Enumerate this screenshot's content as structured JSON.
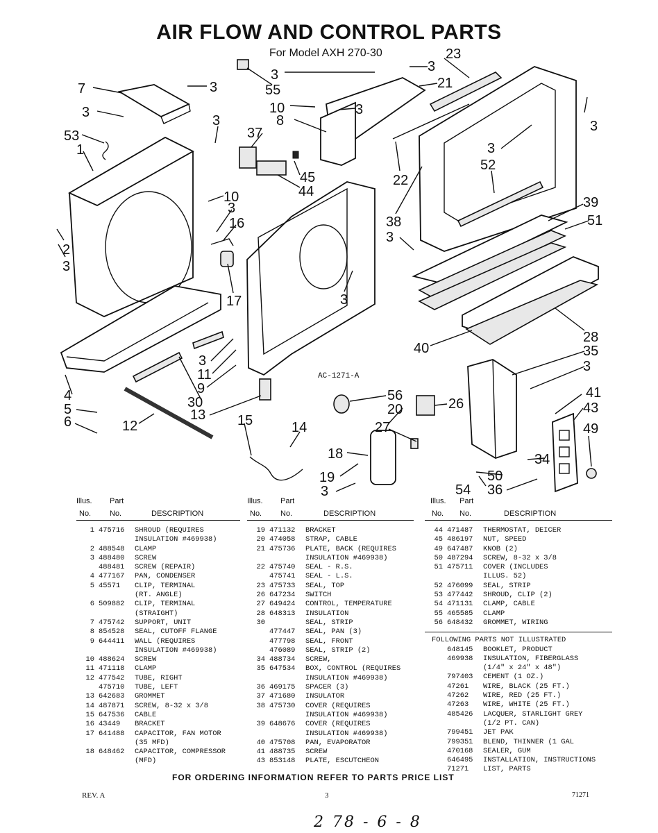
{
  "title": "AIR FLOW AND CONTROL PARTS",
  "subtitle": "For Model AXH 270-30",
  "diagram": {
    "code": "AC-1271-A",
    "callouts": [
      {
        "id": "c23",
        "label": "23"
      },
      {
        "id": "c3a",
        "label": "3"
      },
      {
        "id": "c3b",
        "label": "3"
      },
      {
        "id": "c55",
        "label": "55"
      },
      {
        "id": "c21",
        "label": "21"
      },
      {
        "id": "c7",
        "label": "7"
      },
      {
        "id": "c3c",
        "label": "3"
      },
      {
        "id": "c10a",
        "label": "10"
      },
      {
        "id": "c3d",
        "label": "3"
      },
      {
        "id": "c3e",
        "label": "3"
      },
      {
        "id": "c8",
        "label": "8"
      },
      {
        "id": "c3f",
        "label": "3"
      },
      {
        "id": "c3g",
        "label": "3"
      },
      {
        "id": "c53",
        "label": "53"
      },
      {
        "id": "c37",
        "label": "37"
      },
      {
        "id": "c1",
        "label": "1"
      },
      {
        "id": "c3h",
        "label": "3"
      },
      {
        "id": "c52",
        "label": "52"
      },
      {
        "id": "c45",
        "label": "45"
      },
      {
        "id": "c22",
        "label": "22"
      },
      {
        "id": "c44",
        "label": "44"
      },
      {
        "id": "c10b",
        "label": "10"
      },
      {
        "id": "c3i",
        "label": "3"
      },
      {
        "id": "c39",
        "label": "39"
      },
      {
        "id": "c16",
        "label": "16"
      },
      {
        "id": "c51",
        "label": "51"
      },
      {
        "id": "c38",
        "label": "38"
      },
      {
        "id": "c2",
        "label": "2"
      },
      {
        "id": "c3j",
        "label": "3"
      },
      {
        "id": "c3k",
        "label": "3"
      },
      {
        "id": "c17",
        "label": "17"
      },
      {
        "id": "c3l",
        "label": "3"
      },
      {
        "id": "c28",
        "label": "28"
      },
      {
        "id": "c40",
        "label": "40"
      },
      {
        "id": "c35",
        "label": "35"
      },
      {
        "id": "c3m",
        "label": "3"
      },
      {
        "id": "c11",
        "label": "11"
      },
      {
        "id": "c3n",
        "label": "3"
      },
      {
        "id": "c9",
        "label": "9"
      },
      {
        "id": "c4",
        "label": "4"
      },
      {
        "id": "c56",
        "label": "56"
      },
      {
        "id": "c41",
        "label": "41"
      },
      {
        "id": "c30",
        "label": "30"
      },
      {
        "id": "c20",
        "label": "20"
      },
      {
        "id": "c26",
        "label": "26"
      },
      {
        "id": "c43",
        "label": "43"
      },
      {
        "id": "c5",
        "label": "5"
      },
      {
        "id": "c13",
        "label": "13"
      },
      {
        "id": "c15",
        "label": "15"
      },
      {
        "id": "c12",
        "label": "12"
      },
      {
        "id": "c6",
        "label": "6"
      },
      {
        "id": "c14",
        "label": "14"
      },
      {
        "id": "c27",
        "label": "27"
      },
      {
        "id": "c49",
        "label": "49"
      },
      {
        "id": "c18",
        "label": "18"
      },
      {
        "id": "c34",
        "label": "34"
      },
      {
        "id": "c19",
        "label": "19"
      },
      {
        "id": "c50",
        "label": "50"
      },
      {
        "id": "c54",
        "label": "54"
      },
      {
        "id": "c3o",
        "label": "3"
      },
      {
        "id": "c36",
        "label": "36"
      }
    ]
  },
  "table_headers": {
    "illus": "Illus.",
    "part": "Part",
    "no": "No.",
    "no2": "No.",
    "desc": "DESCRIPTION"
  },
  "parts_col1": [
    {
      "no": "1",
      "part": "475716",
      "desc": "SHROUD (REQUIRES"
    },
    {
      "no": "",
      "part": "",
      "desc": "INSULATION #469938)"
    },
    {
      "no": "2",
      "part": "488548",
      "desc": "CLAMP"
    },
    {
      "no": "3",
      "part": "488480",
      "desc": "SCREW"
    },
    {
      "no": "",
      "part": "488481",
      "desc": "SCREW (REPAIR)"
    },
    {
      "no": "4",
      "part": "477167",
      "desc": "PAN, CONDENSER"
    },
    {
      "no": "5",
      "part": "45571",
      "desc": "CLIP, TERMINAL"
    },
    {
      "no": "",
      "part": "",
      "desc": "(RT. ANGLE)"
    },
    {
      "no": "6",
      "part": "509882",
      "desc": "CLIP, TERMINAL"
    },
    {
      "no": "",
      "part": "",
      "desc": "(STRAIGHT)"
    },
    {
      "no": "7",
      "part": "475742",
      "desc": "SUPPORT, UNIT"
    },
    {
      "no": "8",
      "part": "854528",
      "desc": "SEAL, CUTOFF FLANGE"
    },
    {
      "no": "9",
      "part": "644411",
      "desc": "WALL (REQUIRES"
    },
    {
      "no": "",
      "part": "",
      "desc": "INSULATION #469938)"
    },
    {
      "no": "10",
      "part": "488624",
      "desc": "SCREW"
    },
    {
      "no": "11",
      "part": "471118",
      "desc": "CLAMP"
    },
    {
      "no": "12",
      "part": "477542",
      "desc": "TUBE, RIGHT"
    },
    {
      "no": "",
      "part": "475710",
      "desc": "TUBE, LEFT"
    },
    {
      "no": "13",
      "part": "642683",
      "desc": "GROMMET"
    },
    {
      "no": "14",
      "part": "487871",
      "desc": "SCREW, 8-32 x 3/8"
    },
    {
      "no": "15",
      "part": "647536",
      "desc": "CABLE"
    },
    {
      "no": "16",
      "part": "43449",
      "desc": "BRACKET"
    },
    {
      "no": "17",
      "part": "641488",
      "desc": "CAPACITOR, FAN MOTOR"
    },
    {
      "no": "",
      "part": "",
      "desc": "(35 MFD)"
    },
    {
      "no": "18",
      "part": "648462",
      "desc": "CAPACITOR, COMPRESSOR"
    },
    {
      "no": "",
      "part": "",
      "desc": "(MFD)"
    }
  ],
  "parts_col2": [
    {
      "no": "19",
      "part": "471132",
      "desc": "BRACKET"
    },
    {
      "no": "20",
      "part": "474058",
      "desc": "STRAP, CABLE"
    },
    {
      "no": "21",
      "part": "475736",
      "desc": "PLATE, BACK (REQUIRES"
    },
    {
      "no": "",
      "part": "",
      "desc": "INSULATION #469938)"
    },
    {
      "no": "22",
      "part": "475740",
      "desc": "SEAL - R.S."
    },
    {
      "no": "",
      "part": "475741",
      "desc": "SEAL - L.S."
    },
    {
      "no": "23",
      "part": "475733",
      "desc": "SEAL, TOP"
    },
    {
      "no": "26",
      "part": "647234",
      "desc": "SWITCH"
    },
    {
      "no": "27",
      "part": "649424",
      "desc": "CONTROL, TEMPERATURE"
    },
    {
      "no": "28",
      "part": "648313",
      "desc": "INSULATION"
    },
    {
      "no": "30",
      "part": "",
      "desc": "SEAL, STRIP"
    },
    {
      "no": "",
      "part": "477447",
      "desc": "SEAL, PAN (3)"
    },
    {
      "no": "",
      "part": "477798",
      "desc": "SEAL, FRONT"
    },
    {
      "no": "",
      "part": "476089",
      "desc": "SEAL, STRIP (2)"
    },
    {
      "no": "34",
      "part": "488734",
      "desc": "SCREW,"
    },
    {
      "no": "35",
      "part": "647534",
      "desc": "BOX, CONTROL (REQUIRES"
    },
    {
      "no": "",
      "part": "",
      "desc": "INSULATION #469938)"
    },
    {
      "no": "36",
      "part": "469175",
      "desc": "SPACER (3)"
    },
    {
      "no": "37",
      "part": "471680",
      "desc": "INSULATOR"
    },
    {
      "no": "38",
      "part": "475730",
      "desc": "COVER (REQUIRES"
    },
    {
      "no": "",
      "part": "",
      "desc": "INSULATION #469938)"
    },
    {
      "no": "39",
      "part": "648676",
      "desc": "COVER (REQUIRES"
    },
    {
      "no": "",
      "part": "",
      "desc": "INSULATION #469938)"
    },
    {
      "no": "40",
      "part": "475708",
      "desc": "PAN, EVAPORATOR"
    },
    {
      "no": "41",
      "part": "488735",
      "desc": "SCREW"
    },
    {
      "no": "43",
      "part": "853148",
      "desc": "PLATE, ESCUTCHEON"
    }
  ],
  "parts_col3": [
    {
      "no": "44",
      "part": "471487",
      "desc": "THERMOSTAT, DEICER"
    },
    {
      "no": "45",
      "part": "486197",
      "desc": "NUT, SPEED"
    },
    {
      "no": "49",
      "part": "647487",
      "desc": "KNOB (2)"
    },
    {
      "no": "50",
      "part": "487294",
      "desc": "SCREW, 8-32 x 3/8"
    },
    {
      "no": "51",
      "part": "475711",
      "desc": "COVER (INCLUDES"
    },
    {
      "no": "",
      "part": "",
      "desc": "ILLUS. 52)"
    },
    {
      "no": "52",
      "part": "476099",
      "desc": "SEAL, STRIP"
    },
    {
      "no": "53",
      "part": "477442",
      "desc": "SHROUD, CLIP (2)"
    },
    {
      "no": "54",
      "part": "471131",
      "desc": "CLAMP, CABLE"
    },
    {
      "no": "55",
      "part": "465585",
      "desc": "CLAMP"
    },
    {
      "no": "56",
      "part": "648432",
      "desc": "GROMMET, WIRING"
    }
  ],
  "not_illustrated_heading": "FOLLOWING PARTS NOT ILLUSTRATED",
  "not_illustrated": [
    {
      "part": "648145",
      "desc": "BOOKLET, PRODUCT"
    },
    {
      "part": "469938",
      "desc": "INSULATION, FIBERGLASS"
    },
    {
      "part": "",
      "desc": "(1/4\" x 24\" x 48\")"
    },
    {
      "part": "797403",
      "desc": "CEMENT (1 OZ.)"
    },
    {
      "part": "47261",
      "desc": "WIRE, BLACK (25 FT.)"
    },
    {
      "part": "47262",
      "desc": "WIRE, RED (25 FT.)"
    },
    {
      "part": "47263",
      "desc": "WIRE, WHITE (25 FT.)"
    },
    {
      "part": "485426",
      "desc": "LACQUER, STARLIGHT GREY"
    },
    {
      "part": "",
      "desc": "(1/2 PT. CAN)"
    },
    {
      "part": "799451",
      "desc": "JET PAK"
    },
    {
      "part": "799351",
      "desc": "BLEND, THINNER (1 GAL"
    },
    {
      "part": "470168",
      "desc": "SEALER, GUM"
    },
    {
      "part": "646495",
      "desc": "INSTALLATION, INSTRUCTIONS"
    },
    {
      "part": "71271",
      "desc": "LIST, PARTS"
    }
  ],
  "footer": "FOR ORDERING INFORMATION REFER TO PARTS PRICE LIST",
  "rev": "REV. A",
  "page_number": "3",
  "doc_code": "71271",
  "handwritten": "2 78 - 6 - 8"
}
